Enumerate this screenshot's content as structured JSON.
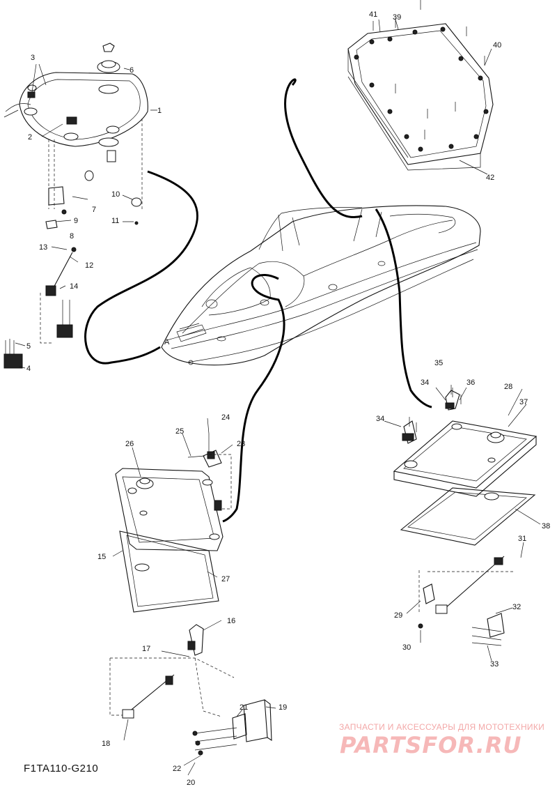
{
  "diagram": {
    "code": "F1TA110-G210",
    "callouts": [
      "1",
      "2",
      "3",
      "4",
      "5",
      "6",
      "7",
      "8",
      "9",
      "10",
      "11",
      "12",
      "13",
      "14",
      "15",
      "16",
      "17",
      "18",
      "19",
      "20",
      "21",
      "22",
      "23",
      "24",
      "25",
      "26",
      "27",
      "28",
      "29",
      "30",
      "31",
      "32",
      "33",
      "34",
      "34",
      "35",
      "36",
      "37",
      "38",
      "39",
      "40",
      "41",
      "42"
    ],
    "assembly_marker": "A"
  },
  "watermark": {
    "tagline": "ЗАПЧАСТИ И АКСЕССУАРЫ ДЛЯ МОТОТЕХНИКИ",
    "logo": "PARTSFOR.RU"
  }
}
